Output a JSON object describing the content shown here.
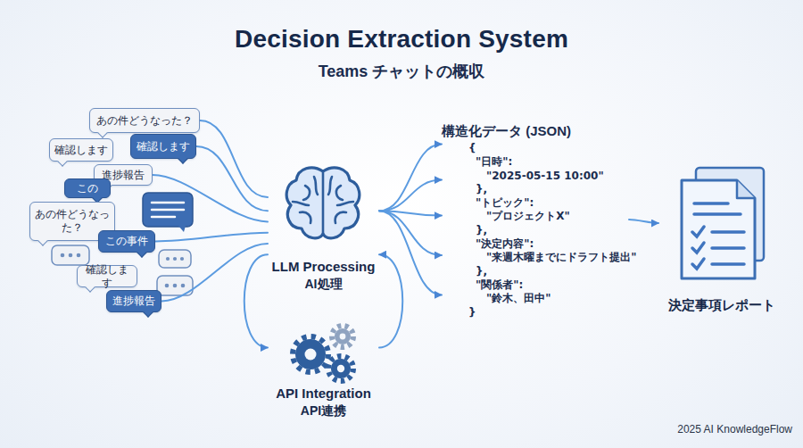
{
  "diagram": {
    "title": "Decision Extraction System",
    "nodes": [
      {
        "text": [
          "あの件どうなった？"
        ]
      },
      {
        "text": [
          "確認します"
        ]
      },
      {
        "text": [
          "確認します"
        ]
      },
      {
        "text": [
          "進捗報告"
        ]
      },
      {
        "text": [
          "この"
        ]
      },
      {
        "text": [
          "あの件どうなった？"
        ]
      },
      {
        "text": [
          "この事件"
        ]
      },
      {
        "text": [
          "確認します"
        ]
      },
      {
        "text": [
          "進捗報告"
        ]
      },
      {
        "text": [
          "LLM Processing",
          "AI処理"
        ]
      },
      {
        "text": [
          "API Integration",
          "API連携"
        ]
      },
      {
        "text": [
          "構造化データ (JSON)",
          "{",
          "\"日時\":",
          "\"2025-05-15 10:00\"",
          "},",
          "\"トピック\":",
          "\"プロジェクトX\"",
          "},",
          "\"決定内容\":",
          "\"来週木曜までにドラフト提出\"",
          "},",
          "\"関係者\":",
          "\"鈴木、田中\"",
          "}"
        ]
      },
      {
        "text": [
          "決定事項レポート"
        ]
      }
    ],
    "edges": [
      {
        "from": 0,
        "to": 9,
        "arrow": "none"
      },
      {
        "from": 2,
        "to": 9,
        "arrow": "none"
      },
      {
        "from": 3,
        "to": 9,
        "arrow": "none"
      },
      {
        "from": 6,
        "to": 9,
        "arrow": "none"
      },
      {
        "from": 8,
        "to": 9,
        "arrow": "none"
      },
      {
        "from": 9,
        "to": 11,
        "arrow": "to"
      },
      {
        "from": 9,
        "to": 10,
        "arrow": "to"
      },
      {
        "from": 10,
        "to": 9,
        "arrow": "to"
      },
      {
        "from": 11,
        "to": 12,
        "arrow": "to"
      }
    ],
    "labels": [
      "Teams チャットの概収",
      "2025 AI KnowledgeFlow"
    ]
  }
}
